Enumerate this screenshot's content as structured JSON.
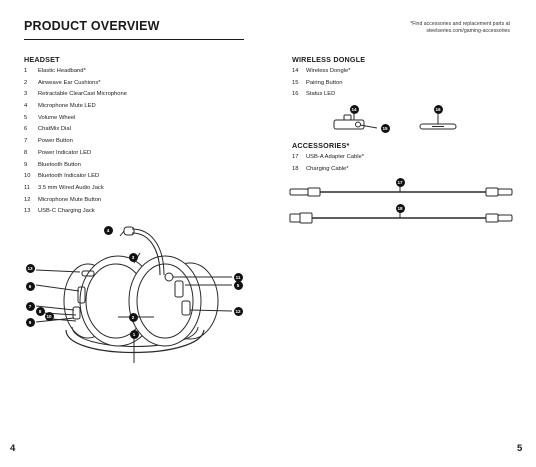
{
  "title": "PRODUCT OVERVIEW",
  "note_lines": [
    "*Find accessories and replacement parts at",
    "steelseries.com/gaming-accessories"
  ],
  "headset": {
    "heading": "HEADSET",
    "items": [
      {
        "num": "1",
        "label": "Elastic Headband*"
      },
      {
        "num": "2",
        "label": "Airweave Ear Cushions*"
      },
      {
        "num": "3",
        "label": "Retractable ClearCast Microphone"
      },
      {
        "num": "4",
        "label": "Microphone Mute LED"
      },
      {
        "num": "5",
        "label": "Volume Wheel"
      },
      {
        "num": "6",
        "label": "ChatMix Dial"
      },
      {
        "num": "7",
        "label": "Power Button"
      },
      {
        "num": "8",
        "label": "Power Indicator LED"
      },
      {
        "num": "9",
        "label": "Bluetooth Button"
      },
      {
        "num": "10",
        "label": "Bluetooth Indicator LED"
      },
      {
        "num": "11",
        "label": "3.5 mm Wired Audio Jack"
      },
      {
        "num": "12",
        "label": "Microphone Mute Button"
      },
      {
        "num": "13",
        "label": "USB-C Charging Jack"
      }
    ]
  },
  "dongle": {
    "heading": "WIRELESS DONGLE",
    "items": [
      {
        "num": "14",
        "label": "Wireless Dongle*"
      },
      {
        "num": "15",
        "label": "Pairing Button"
      },
      {
        "num": "16",
        "label": "Status LED"
      }
    ]
  },
  "accessories": {
    "heading": "ACCESSORIES*",
    "items": [
      {
        "num": "17",
        "label": "USB-A Adapter Cable*"
      },
      {
        "num": "18",
        "label": "Charging Cable*"
      }
    ]
  },
  "callouts": {
    "c1": "1",
    "c2": "2",
    "c3": "3",
    "c4": "4",
    "c5": "5",
    "c6": "6",
    "c7": "7",
    "c8": "8",
    "c9": "9",
    "c10": "10",
    "c11": "11",
    "c12": "12",
    "c13": "13",
    "c14": "14",
    "c15": "15",
    "c16": "16",
    "c17": "17",
    "c18": "18"
  },
  "page_left": "4",
  "page_right": "5"
}
